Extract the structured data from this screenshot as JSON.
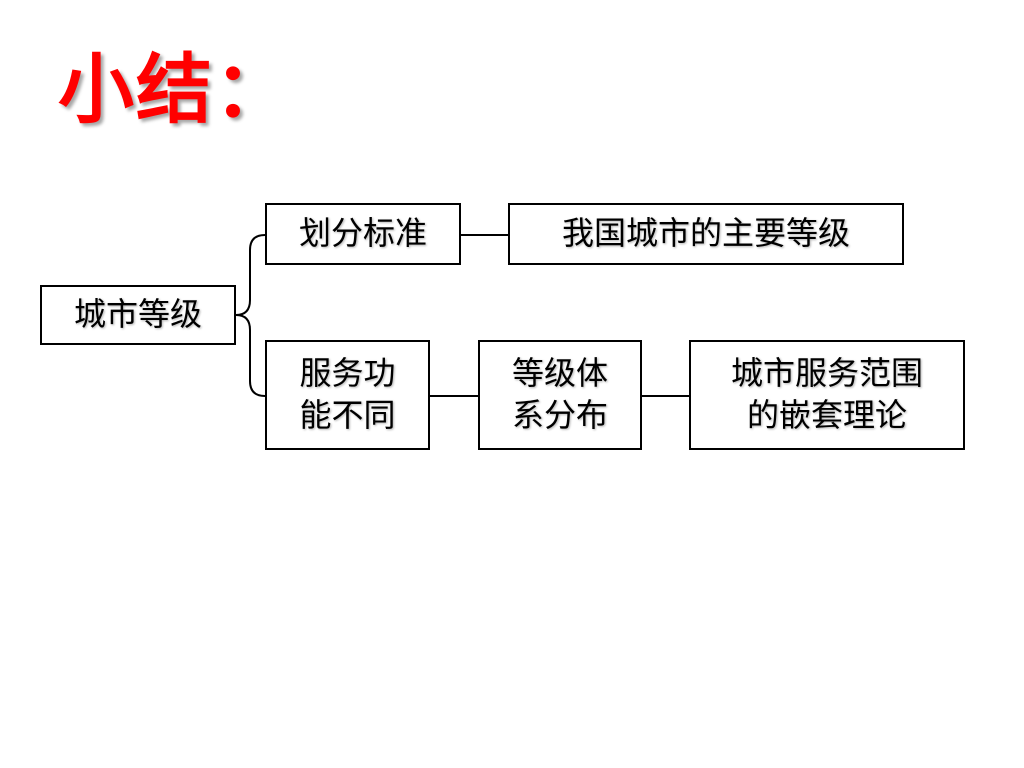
{
  "title": {
    "text": "小结：",
    "color": "#ff0000"
  },
  "diagram": {
    "root": "城市等级",
    "criteria": "划分标准",
    "main_levels": "我国城市的主要等级",
    "function": {
      "line1": "服务功",
      "line2": "能不同"
    },
    "hierarchy": {
      "line1": "等级体",
      "line2": "系分布"
    },
    "theory": {
      "line1": "城市服务范围",
      "line2": "的嵌套理论"
    }
  }
}
